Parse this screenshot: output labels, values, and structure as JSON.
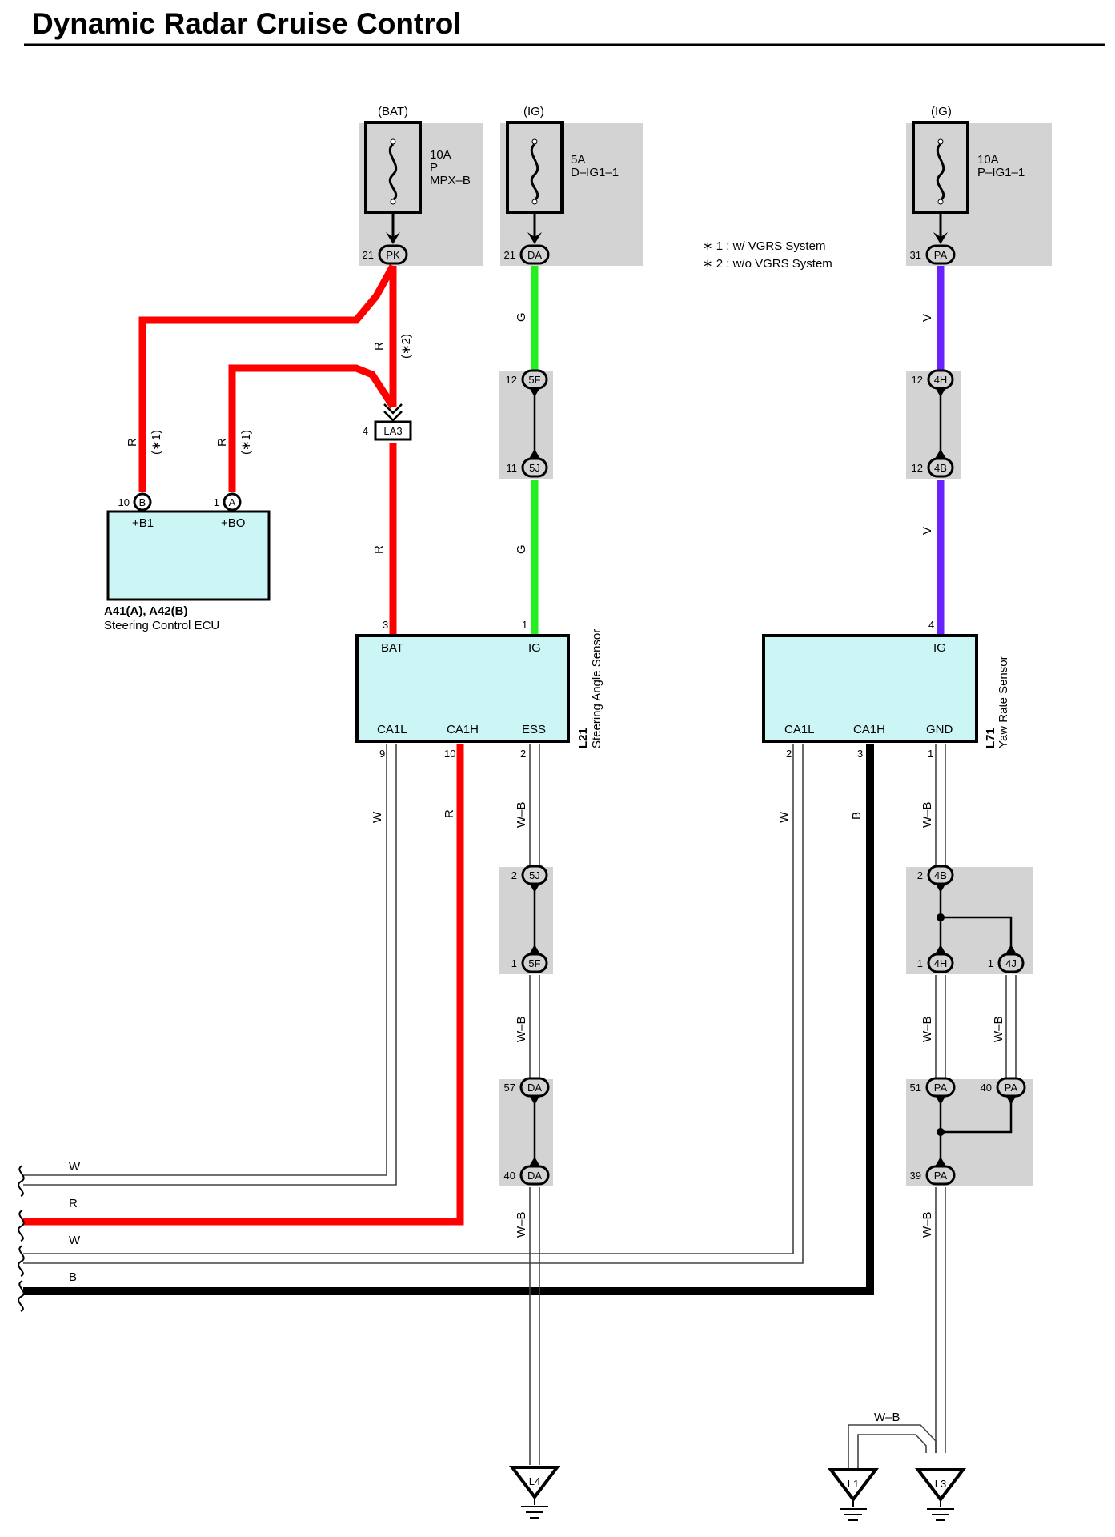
{
  "title": "Dynamic Radar Cruise Control",
  "notes": [
    "∗ 1 : w/ VGRS System",
    "∗ 2 : w/o VGRS System"
  ],
  "wire_colors": {
    "R": "#ff0000",
    "G": "#22ee22",
    "V": "#6622ff",
    "B": "#000000",
    "W": "#ffffff",
    "W-B": "#ffffff"
  },
  "fuses": [
    {
      "source": "(BAT)",
      "lines": [
        "10A",
        "P",
        "MPX–B"
      ]
    },
    {
      "source": "(IG)",
      "lines": [
        "5A",
        "D–IG1–1"
      ]
    },
    {
      "source": "(IG)",
      "lines": [
        "10A",
        "P–IG1–1"
      ]
    }
  ],
  "connectors": {
    "c21pk": {
      "pin": "21",
      "id": "PK"
    },
    "c21da": {
      "pin": "21",
      "id": "DA"
    },
    "c31pa": {
      "pin": "31",
      "id": "PA"
    },
    "c12_5f": {
      "pin": "12",
      "id": "5F"
    },
    "c11_5j": {
      "pin": "11",
      "id": "5J"
    },
    "c12_4h": {
      "pin": "12",
      "id": "4H"
    },
    "c12_4b": {
      "pin": "12",
      "id": "4B"
    },
    "c4_la3": {
      "pin": "4",
      "id": "LA3"
    },
    "c10_b": {
      "pin": "10",
      "id": "B"
    },
    "c1_a": {
      "pin": "1",
      "id": "A"
    },
    "c2_5j": {
      "pin": "2",
      "id": "5J"
    },
    "c1_5f": {
      "pin": "1",
      "id": "5F"
    },
    "c57_da": {
      "pin": "57",
      "id": "DA"
    },
    "c40_da": {
      "pin": "40",
      "id": "DA"
    },
    "c2_4b": {
      "pin": "2",
      "id": "4B"
    },
    "c1_4h": {
      "pin": "1",
      "id": "4H"
    },
    "c1_4j": {
      "pin": "1",
      "id": "4J"
    },
    "c51_pa": {
      "pin": "51",
      "id": "PA"
    },
    "c40_pa": {
      "pin": "40",
      "id": "PA"
    },
    "c39_pa": {
      "pin": "39",
      "id": "PA"
    }
  },
  "steering_ecu": {
    "pin_b1": "+B1",
    "pin_bo": "+BO",
    "code": "A41(A), A42(B)",
    "name": "Steering Control ECU"
  },
  "steering_angle_sensor": {
    "code": "L21",
    "name": "Steering Angle Sensor",
    "pins": {
      "bat": "BAT",
      "ig": "IG",
      "ca1l": "CA1L",
      "ca1h": "CA1H",
      "ess": "ESS"
    },
    "nums": {
      "bat": "3",
      "ig": "1",
      "ca1l": "9",
      "ca1h": "10",
      "ess": "2"
    }
  },
  "yaw_rate_sensor": {
    "code": "L71",
    "name": "Yaw Rate Sensor",
    "pins": {
      "ig": "IG",
      "ca1l": "CA1L",
      "ca1h": "CA1H",
      "gnd": "GND"
    },
    "nums": {
      "ig": "4",
      "ca1l": "2",
      "ca1h": "3",
      "gnd": "1"
    }
  },
  "wire_labels": {
    "r": "R",
    "g": "G",
    "v": "V",
    "w": "W",
    "b": "B",
    "wb": "W–B",
    "note1": "(∗1)",
    "note2": "(∗2)"
  },
  "grounds": [
    "L4",
    "L1",
    "L3"
  ]
}
